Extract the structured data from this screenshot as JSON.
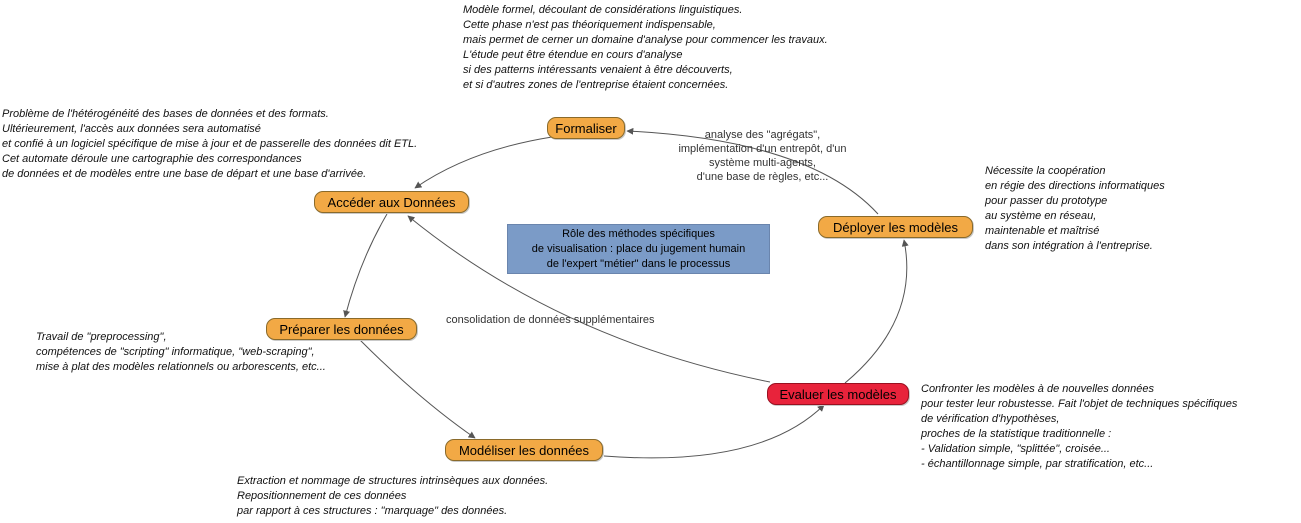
{
  "nodes": {
    "formaliser": "Formaliser",
    "acceder": "Accéder aux Données",
    "preparer": "Préparer les données",
    "modeliser": "Modéliser les données",
    "evaluer": "Evaluer les modèles",
    "deployer": "Déployer les modèles"
  },
  "notes": {
    "formaliser": [
      "Modèle formel, découlant de considérations linguistiques.",
      "Cette phase n'est pas théoriquement indispensable,",
      "mais permet de cerner un domaine d'analyse pour commencer les travaux.",
      "L'étude peut être étendue en cours d'analyse",
      "si des patterns intéressants venaient à être découverts,",
      "et si d'autres zones de l'entreprise étaient concernées."
    ],
    "acceder": [
      "Problème de l'hétérogénéité des bases de données et des formats.",
      "Ultérieurement, l'accès aux données sera automatisé",
      "et confié à un logiciel spécifique de mise à jour et de passerelle des données dit ETL.",
      "Cet automate déroule une cartographie des correspondances",
      "de données et de modèles entre une base de départ et une base d'arrivée."
    ],
    "preparer": [
      "Travail de \"preprocessing\",",
      "compétences de \"scripting\" informatique, \"web-scraping\",",
      "mise à plat des modèles relationnels ou arborescents, etc..."
    ],
    "modeliser": [
      "Extraction et nommage de structures intrinsèques aux données.",
      "Repositionnement de ces données",
      "par rapport à ces structures : \"marquage\" des données."
    ],
    "evaluer": [
      "Confronter les modèles à de nouvelles données",
      "pour tester leur robustesse. Fait l'objet de techniques spécifiques",
      "de vérification d'hypothèses,",
      "proches de la statistique traditionnelle :",
      "- Validation simple, \"splittée\", croisée...",
      "- échantillonnage simple, par stratification, etc..."
    ],
    "deployer": [
      "Nécessite la coopération",
      "en régie des directions informatiques",
      "pour passer du prototype",
      "au système en réseau,",
      "maintenable et maîtrisé",
      "dans son intégration à l'entreprise."
    ]
  },
  "edge_labels": {
    "deploy_to_formaliser": [
      "analyse des \"agrégats\",",
      "implémentation d'un entrepôt, d'un",
      "système multi-agents,",
      "d'une base de règles, etc..."
    ],
    "evaluer_to_acceder": "consolidation de données supplémentaires"
  },
  "center_box": [
    "Rôle des méthodes spécifiques",
    "de visualisation : place du jugement humain",
    "de l'expert \"métier\" dans le processus"
  ],
  "colors": {
    "node": "#f2a945",
    "node_evaluer": "#e8233b",
    "center_box": "#7b9bc7",
    "edge": "#555555"
  }
}
